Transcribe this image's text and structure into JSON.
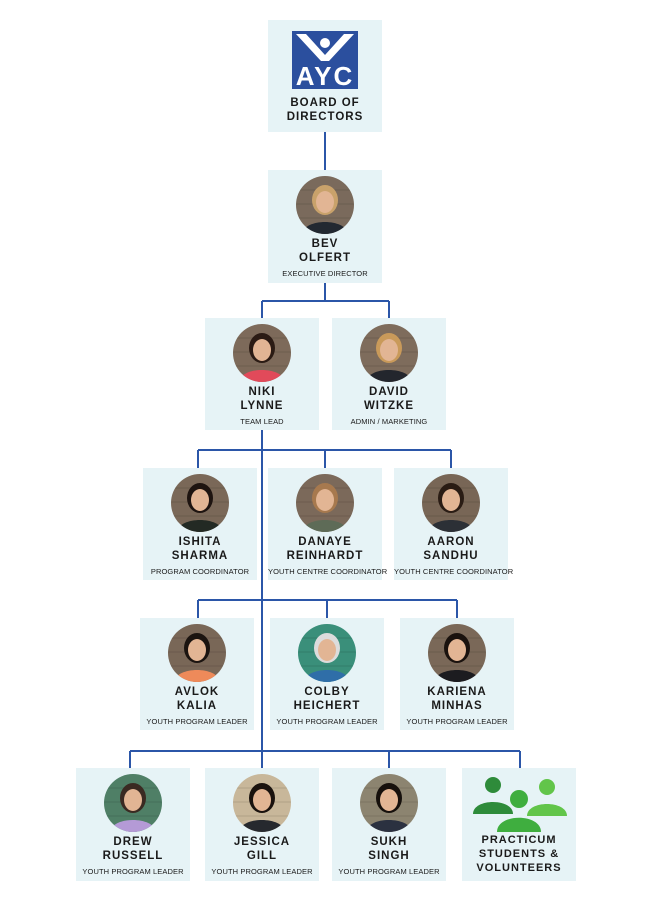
{
  "board": {
    "logo_text": "AYC",
    "title_line1": "BOARD OF",
    "title_line2": "DIRECTORS"
  },
  "colors": {
    "card_bg": "#e6f3f6",
    "connector": "#2b56a8",
    "logo_blue": "#2b4f9e",
    "volunteer_greens": [
      "#2e8b3a",
      "#3fae3f",
      "#62c54a"
    ]
  },
  "people": [
    {
      "line1": "BEV",
      "line2": "OLFERT",
      "role": "EXECUTIVE DIRECTOR",
      "shirt": "#222831",
      "hair": "#c9a26b",
      "bg": "#7a6a5c"
    },
    {
      "line1": "NIKI",
      "line2": "LYNNE",
      "role": "TEAM LEAD",
      "shirt": "#e14a5a",
      "hair": "#2b1b14",
      "bg": "#7d6a5a"
    },
    {
      "line1": "DAVID",
      "line2": "WITZKE",
      "role": "ADMIN / MARKETING",
      "shirt": "#23262d",
      "hair": "#c99a5a",
      "bg": "#7e6c5c"
    },
    {
      "line1": "ISHITA",
      "line2": "SHARMA",
      "role": "PROGRAM COORDINATOR",
      "shirt": "#232a24",
      "hair": "#1e1410",
      "bg": "#7a6858"
    },
    {
      "line1": "DANAYE",
      "line2": "REINHARDT",
      "role": "YOUTH CENTRE COORDINATOR",
      "shirt": "#5e6b57",
      "hair": "#a7794e",
      "bg": "#7b695a"
    },
    {
      "line1": "AARON",
      "line2": "SANDHU",
      "role": "YOUTH CENTRE COORDINATOR",
      "shirt": "#2c3036",
      "hair": "#2a1c14",
      "bg": "#786656"
    },
    {
      "line1": "AVLOK",
      "line2": "KALIA",
      "role": "YOUTH PROGRAM LEADER",
      "shirt": "#ee8a5a",
      "hair": "#1b1410",
      "bg": "#796757"
    },
    {
      "line1": "COLBY",
      "line2": "HEICHERT",
      "role": "YOUTH PROGRAM LEADER",
      "shirt": "#2f6ea8",
      "hair": "#dcdcdc",
      "bg": "#3a8f7a"
    },
    {
      "line1": "KARIENA",
      "line2": "MINHAS",
      "role": "YOUTH PROGRAM LEADER",
      "shirt": "#1c1c20",
      "hair": "#1a120e",
      "bg": "#7a6858"
    },
    {
      "line1": "DREW",
      "line2": "RUSSELL",
      "role": "YOUTH PROGRAM LEADER",
      "shirt": "#b49ad6",
      "hair": "#3a2a22",
      "bg": "#4f7f66"
    },
    {
      "line1": "JESSICA",
      "line2": "GILL",
      "role": "YOUTH PROGRAM LEADER",
      "shirt": "#26292e",
      "hair": "#1a120e",
      "bg": "#c8b79a"
    },
    {
      "line1": "SUKH",
      "line2": "SINGH",
      "role": "YOUTH PROGRAM LEADER",
      "shirt": "#2b3140",
      "hair": "#16100c",
      "bg": "#8c8470"
    }
  ],
  "volunteers": {
    "line1": "PRACTICUM",
    "line2": "STUDENTS &",
    "line3": "VOLUNTEERS"
  }
}
